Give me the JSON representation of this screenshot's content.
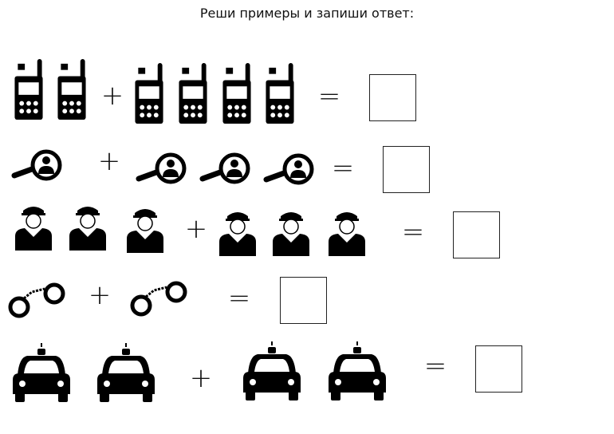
{
  "title": "Реши примеры и запиши ответ:",
  "rows": [
    {
      "item": "walkie-talkie",
      "left_count": 2,
      "right_count": 4,
      "plus": "+",
      "equals": "="
    },
    {
      "item": "magnifier-person",
      "left_count": 1,
      "right_count": 3,
      "plus": "+",
      "equals": "="
    },
    {
      "item": "police-officer",
      "left_count": 3,
      "right_count": 3,
      "plus": "+",
      "equals": "="
    },
    {
      "item": "handcuffs",
      "left_count": 1,
      "right_count": 1,
      "plus": "+",
      "equals": "="
    },
    {
      "item": "police-car",
      "left_count": 2,
      "right_count": 2,
      "plus": "+",
      "equals": "="
    }
  ]
}
